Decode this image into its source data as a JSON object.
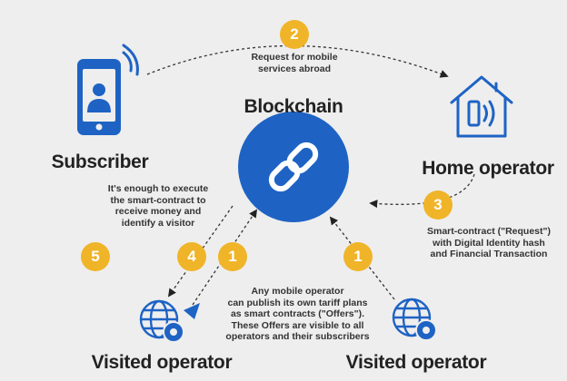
{
  "nodes": {
    "blockchain": {
      "label": "Blockchain",
      "icon": "link-chain-icon"
    },
    "subscriber": {
      "label": "Subscriber",
      "icon": "smartphone-user-icon"
    },
    "home_operator": {
      "label": "Home operator",
      "icon": "house-wifi-icon"
    },
    "visited_operator_left": {
      "label": "Visited operator",
      "icon": "globe-gear-icon"
    },
    "visited_operator_right": {
      "label": "Visited operator",
      "icon": "globe-gear-icon"
    }
  },
  "steps": [
    {
      "number": "2",
      "text": [
        "Request for mobile",
        "services abroad"
      ]
    },
    {
      "number": "3",
      "text": [
        "Smart-contract (\"Request\")",
        "with Digital Identity hash",
        "and Financial Transaction"
      ]
    },
    {
      "number": "4",
      "text": [
        "It's enough to execute",
        "the smart-contract to",
        "receive money and",
        "identify a visitor"
      ]
    },
    {
      "number": "1",
      "text": [
        "Any mobile operator",
        "can publish its own tariff plans",
        "as smart contracts (\"Offers\").",
        "These Offers are visible to all",
        "operators and their subscribers"
      ]
    },
    {
      "number": "1"
    },
    {
      "number": "5"
    }
  ],
  "colors": {
    "blue": "#1e63c4",
    "badge": "#f0b429",
    "background": "#eeeeee",
    "arrow": "#222222"
  }
}
